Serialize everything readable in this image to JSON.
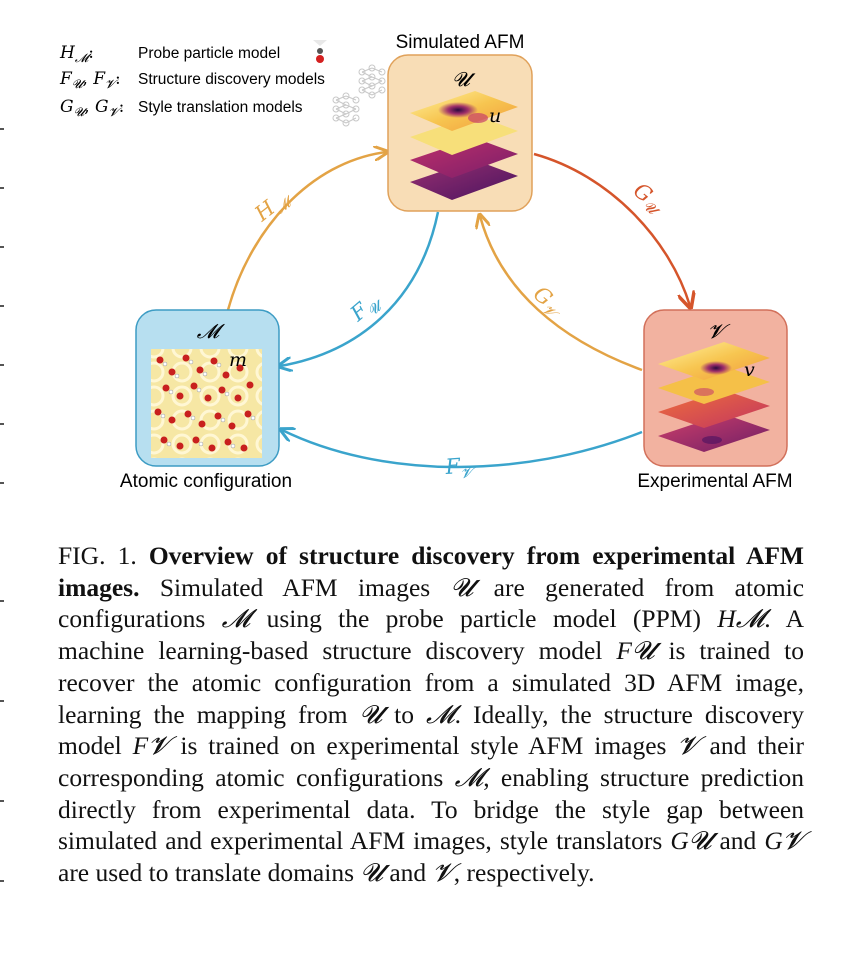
{
  "legend": {
    "rows": [
      {
        "symbol": "H",
        "sub": "𝓜",
        "colon": ":",
        "text": "Probe particle model"
      },
      {
        "symbol": "F",
        "sub": "𝓤",
        "symbol2": "F",
        "sub2": "𝓥",
        "colon": ":",
        "text": "Structure discovery models"
      },
      {
        "symbol": "G",
        "sub": "𝓤",
        "symbol2": "G",
        "sub2": "𝓥",
        "colon": ":",
        "text": "Style translation models"
      }
    ]
  },
  "nodes": {
    "sim": {
      "title": "Simulated AFM",
      "domain": "𝓤",
      "sample": "u",
      "fill": "#f8ddb6",
      "stroke": "#e0a15a"
    },
    "atomic": {
      "title": "Atomic configuration",
      "domain": "𝓜",
      "sample": "m",
      "fill": "#b7dff0",
      "stroke": "#3d9cc4"
    },
    "exp": {
      "title": "Experimental AFM",
      "domain": "𝓥",
      "sample": "v",
      "fill": "#f2b2a0",
      "stroke": "#d2705a"
    }
  },
  "arrows": {
    "hm": {
      "label": "H",
      "sub": "𝓜",
      "color": "#e3a345"
    },
    "gu": {
      "label": "G",
      "sub": "𝓤",
      "color": "#d5552b"
    },
    "fu": {
      "label": "F",
      "sub": "𝓤",
      "color": "#3aa4cc"
    },
    "gv": {
      "label": "G",
      "sub": "𝓥",
      "color": "#e3a345"
    },
    "fv": {
      "label": "F",
      "sub": "𝓥",
      "color": "#3aa4cc"
    }
  },
  "caption": {
    "fig_label": "FIG. 1.",
    "lead": "Overview of structure discovery from experimental AFM images.",
    "body_1": "Simulated AFM images",
    "sym_u": "𝓤",
    "body_2": "are generated from atomic configurations",
    "sym_m": "𝓜",
    "body_3": "using the probe particle model (PPM)",
    "sym_hm": "H𝓜",
    "body_4": ". A machine learning-based structure discovery model",
    "sym_fu": "F𝓤",
    "body_5": "is trained to recover the atomic configuration from a simulated 3D AFM image, learning the mapping from",
    "sym_u2": "𝓤",
    "body_6": "to",
    "sym_m2": "𝓜",
    "body_7": ". Ideally, the structure discovery model",
    "sym_fv": "F𝓥",
    "body_8": "is trained on experimental style AFM images",
    "sym_v": "𝓥",
    "body_9": "and their corresponding atomic configurations",
    "sym_m3": "𝓜",
    "body_10": ", enabling structure prediction directly from experimental data. To bridge the style gap between simulated and experimental AFM images, style translators",
    "sym_gu": "G𝓤",
    "body_11": "and",
    "sym_gv": "G𝓥",
    "body_12": "are used to translate domains",
    "sym_u3": "𝓤",
    "body_13": "and",
    "sym_v2": "𝓥",
    "body_14": ", respectively."
  }
}
